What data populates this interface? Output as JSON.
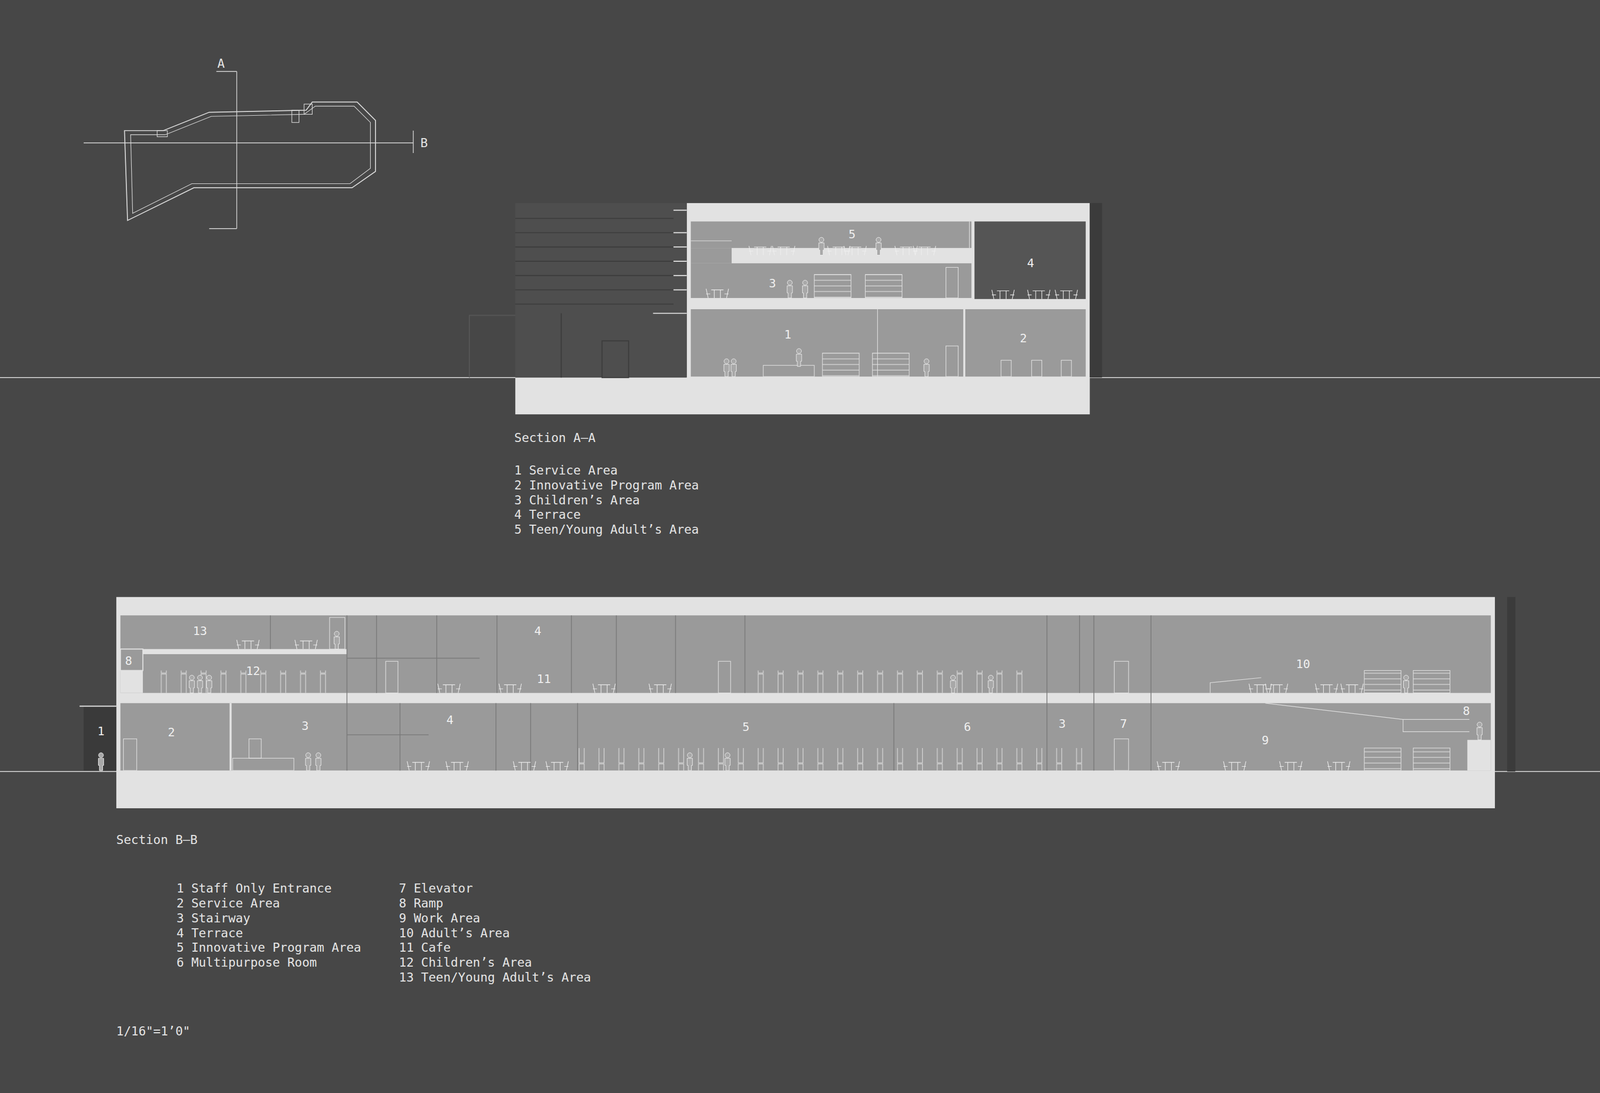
{
  "diagram": {
    "nodes": [
      {
        "text": [
          "5"
        ]
      },
      {
        "text": [
          "4"
        ]
      },
      {
        "text": [
          "3"
        ]
      },
      {
        "text": [
          "1"
        ]
      },
      {
        "text": [
          "2"
        ]
      },
      {
        "text": [
          "13"
        ]
      },
      {
        "text": [
          "8"
        ]
      },
      {
        "text": [
          "4"
        ]
      },
      {
        "text": [
          "11"
        ],
        "in": 7
      },
      {
        "text": [
          "10"
        ]
      },
      {
        "text": [
          "12"
        ]
      },
      {
        "text": [
          "1"
        ]
      },
      {
        "text": [
          "2"
        ]
      },
      {
        "text": [
          "3"
        ]
      },
      {
        "text": [
          "4"
        ]
      },
      {
        "text": [
          "5"
        ]
      },
      {
        "text": [
          "6"
        ]
      },
      {
        "text": [
          "3"
        ]
      },
      {
        "text": [
          "7"
        ]
      },
      {
        "text": [
          "9"
        ]
      },
      {
        "text": [
          "8"
        ]
      }
    ],
    "labels": [
      "A",
      "B",
      "Section A–A",
      "1 Service Area",
      "2 Innovative Program Area",
      "3 Children’s Area",
      "4 Terrace",
      "5 Teen/Young Adult’s Area",
      "Section B–B",
      "1 Staff Only Entrance",
      "2 Service Area",
      "3 Stairway",
      "4 Terrace",
      "5 Innovative Program Area",
      "6 Multipurpose Room",
      "7 Elevator",
      "8 Ramp",
      "9 Work Area",
      "10 Adult’s Area",
      "11 Cafe",
      "12 Children’s Area",
      "13 Teen/Young Adult’s Area",
      "1/16\"=1’0\""
    ]
  }
}
